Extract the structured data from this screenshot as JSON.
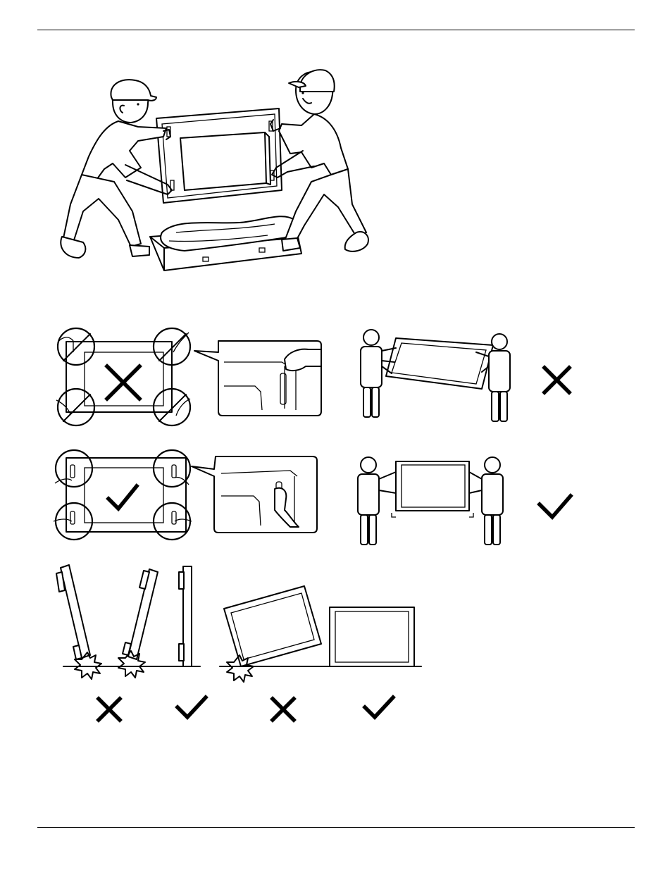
{
  "page": {
    "width": 954,
    "height": 1235
  },
  "icons": {
    "correct": "checkmark-icon",
    "incorrect": "cross-icon",
    "impact": "impact-burst-icon"
  },
  "colors": {
    "ink": "#000000",
    "paper": "#ffffff"
  },
  "figures": [
    "two-people-lifting-display-from-box",
    "handle-grip-incorrect",
    "two-people-carrying-incorrect",
    "handle-grip-correct",
    "two-people-carrying-correct",
    "placing-display-on-edge",
    "placing-display-flat-orientation"
  ]
}
